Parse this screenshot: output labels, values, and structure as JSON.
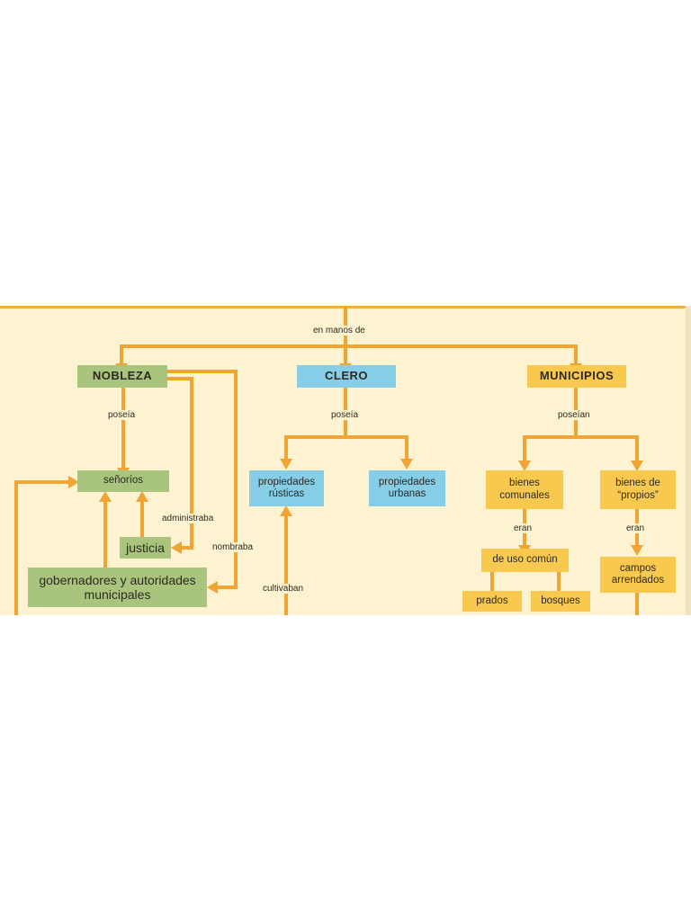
{
  "colors": {
    "background": "#fdf3d0",
    "connector": "#f0a433",
    "nobleza": "#a8c47d",
    "clero": "#86cde8",
    "municipios": "#f8c94e"
  },
  "labels": {
    "en_manos_de": "en manos de",
    "poseia_nobleza": "poseía",
    "poseia_clero": "poseía",
    "poseian": "poseían",
    "administraba": "administraba",
    "nombraba": "nombraba",
    "cultivaban": "cultivaban",
    "eran_1": "eran",
    "eran_2": "eran"
  },
  "nodes": {
    "nobleza": "NOBLEZA",
    "clero": "CLERO",
    "municipios": "MUNICIPIOS",
    "senorios": "señoríos",
    "justicia": "justicia",
    "gobernadores": "gobernadores y autoridades municipales",
    "propiedades_rusticas": "propiedades rústicas",
    "propiedades_urbanas": "propiedades urbanas",
    "bienes_comunales": "bienes comunales",
    "bienes_propios": "bienes de “propios”",
    "uso_comun": "de uso común",
    "campos_arrendados": "campos arrendados",
    "prados": "prados",
    "bosques": "bosques"
  }
}
